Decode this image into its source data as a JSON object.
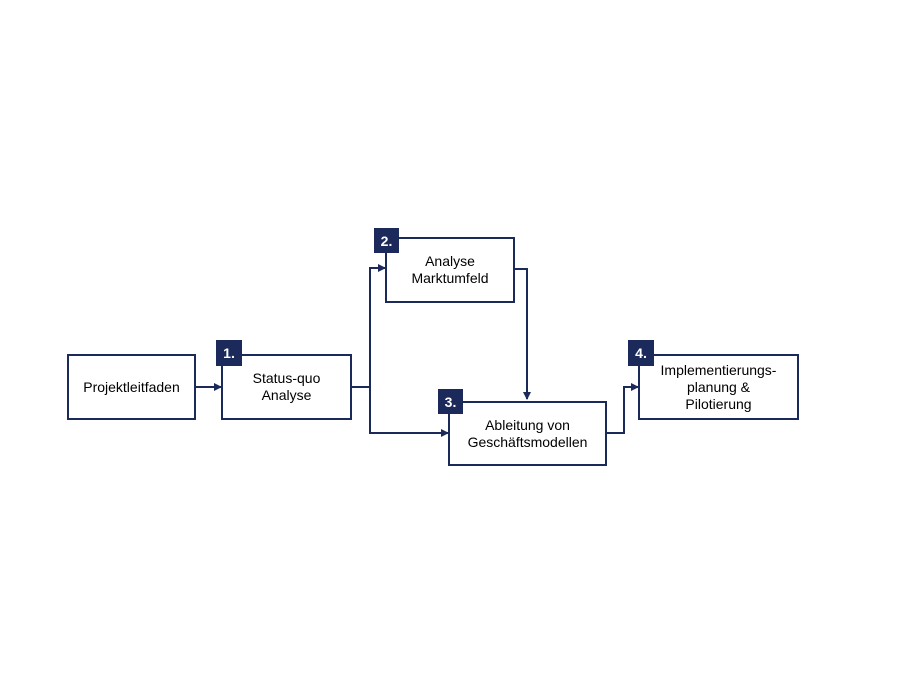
{
  "diagram": {
    "colors": {
      "accent": "#1b2a5b",
      "text": "#000000",
      "background": "#ffffff"
    },
    "nodes": {
      "projektleitfaden": {
        "label": "Projektleitfaden"
      },
      "status_quo": {
        "label": "Status-quo\nAnalyse",
        "step": "1."
      },
      "marktumfeld": {
        "label": "Analyse\nMarktumfeld",
        "step": "2."
      },
      "geschaeftsmodelle": {
        "label": "Ableitung von\nGeschäftsmodellen",
        "step": "3."
      },
      "implementierung": {
        "label": "Implementierungs-\nplanung  &\nPilotierung",
        "step": "4."
      }
    },
    "edges": [
      {
        "from": "projektleitfaden",
        "to": "status_quo"
      },
      {
        "from": "status_quo",
        "to": "marktumfeld"
      },
      {
        "from": "status_quo",
        "to": "geschaeftsmodelle"
      },
      {
        "from": "marktumfeld",
        "to": "geschaeftsmodelle"
      },
      {
        "from": "geschaeftsmodelle",
        "to": "implementierung"
      }
    ]
  }
}
